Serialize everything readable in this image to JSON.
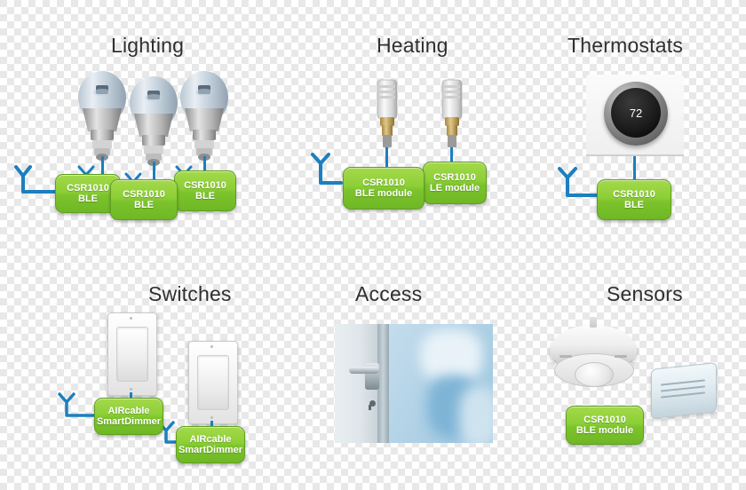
{
  "diagram": {
    "title_hidden": "Smart home device categories with CSR1010 BLE modules",
    "categories": [
      {
        "id": "lighting",
        "label": "Lighting"
      },
      {
        "id": "heating",
        "label": "Heating"
      },
      {
        "id": "thermostats",
        "label": "Thermostats"
      },
      {
        "id": "switches",
        "label": "Switches"
      },
      {
        "id": "access",
        "label": "Access"
      },
      {
        "id": "sensors",
        "label": "Sensors"
      }
    ],
    "modules": [
      {
        "id": "lighting-module-1",
        "line1": "CSR1010",
        "line2": "BLE"
      },
      {
        "id": "lighting-module-2",
        "line1": "CSR1010",
        "line2": "BLE"
      },
      {
        "id": "lighting-module-3",
        "line1": "CSR1010",
        "line2": "BLE"
      },
      {
        "id": "heating-module-1",
        "line1": "CSR1010",
        "line2": "BLE module"
      },
      {
        "id": "heating-module-2",
        "line1": "CSR1010",
        "line2": "LE module"
      },
      {
        "id": "thermostat-module-1",
        "line1": "CSR1010",
        "line2": "BLE"
      },
      {
        "id": "switch-module-1",
        "line1": "AIRcable",
        "line2": "SmartDimmer"
      },
      {
        "id": "switch-module-2",
        "line1": "AIRcable",
        "line2": "SmartDimmer"
      },
      {
        "id": "sensor-module-1",
        "line1": "CSR1010",
        "line2": "BLE module"
      }
    ],
    "thermostat_display": {
      "temperature": "72"
    },
    "colors": {
      "module_green": "#8ccf36",
      "module_border": "#5f9f1f",
      "wire_blue": "#1c7fbf",
      "title_text": "#2f2f2f"
    }
  }
}
